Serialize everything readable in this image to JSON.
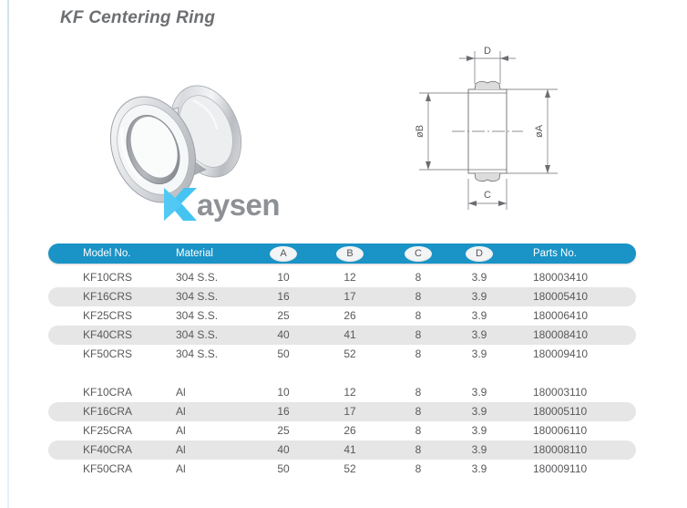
{
  "page": {
    "title": "KF Centering Ring"
  },
  "logo": {
    "mark": "kaysen-k-mark",
    "word": "aysen",
    "mark_color": "#3fc0ef",
    "word_color": "#8d9094"
  },
  "product_image": {
    "alt": "KF centering ring 3D render"
  },
  "drawing": {
    "labels": {
      "d": "D",
      "b": "øB",
      "a": "øA",
      "c": "C"
    }
  },
  "table": {
    "accent_color": "#1a93c6",
    "stripe_color": "#e6e6e6",
    "headers": {
      "model": "Model  No.",
      "material": "Material",
      "a": "A",
      "b": "B",
      "c": "C",
      "d": "D",
      "parts": "Parts No."
    },
    "rows": [
      {
        "model": "KF10CRS",
        "material": "304 S.S.",
        "a": "10",
        "b": "12",
        "c": "8",
        "d": "3.9",
        "parts": "180003410",
        "striped": false
      },
      {
        "model": "KF16CRS",
        "material": "304 S.S.",
        "a": "16",
        "b": "17",
        "c": "8",
        "d": "3.9",
        "parts": "180005410",
        "striped": true
      },
      {
        "model": "KF25CRS",
        "material": "304 S.S.",
        "a": "25",
        "b": "26",
        "c": "8",
        "d": "3.9",
        "parts": "180006410",
        "striped": false
      },
      {
        "model": "KF40CRS",
        "material": "304 S.S.",
        "a": "40",
        "b": "41",
        "c": "8",
        "d": "3.9",
        "parts": "180008410",
        "striped": true
      },
      {
        "model": "KF50CRS",
        "material": "304 S.S.",
        "a": "50",
        "b": "52",
        "c": "8",
        "d": "3.9",
        "parts": "180009410",
        "striped": false
      },
      {
        "spacer": true
      },
      {
        "model": "KF10CRA",
        "material": "Al",
        "a": "10",
        "b": "12",
        "c": "8",
        "d": "3.9",
        "parts": "180003110",
        "striped": false
      },
      {
        "model": "KF16CRA",
        "material": "Al",
        "a": "16",
        "b": "17",
        "c": "8",
        "d": "3.9",
        "parts": "180005110",
        "striped": true
      },
      {
        "model": "KF25CRA",
        "material": "Al",
        "a": "25",
        "b": "26",
        "c": "8",
        "d": "3.9",
        "parts": "180006110",
        "striped": false
      },
      {
        "model": "KF40CRA",
        "material": "Al",
        "a": "40",
        "b": "41",
        "c": "8",
        "d": "3.9",
        "parts": "180008110",
        "striped": true
      },
      {
        "model": "KF50CRA",
        "material": "Al",
        "a": "50",
        "b": "52",
        "c": "8",
        "d": "3.9",
        "parts": "180009110",
        "striped": false
      }
    ]
  }
}
